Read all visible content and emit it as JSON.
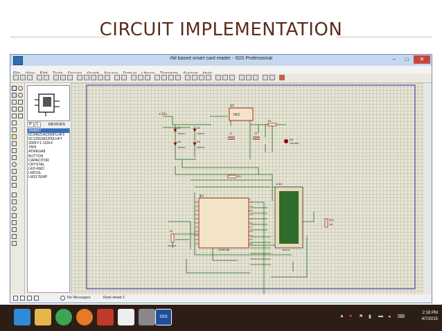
{
  "slide": {
    "title": "CIRCUIT IMPLEMENTATION"
  },
  "window": {
    "title": "rfid based smart card reader - ISIS Professional",
    "controls": [
      "–",
      "□",
      "✕"
    ]
  },
  "menu": [
    "File",
    "View",
    "Edit",
    "Tools",
    "Design",
    "Graph",
    "Source",
    "Debug",
    "Library",
    "Template",
    "System",
    "Help"
  ],
  "devices": {
    "tabs": [
      "P",
      "L"
    ],
    "header": "DEVICES",
    "items": [
      "1N4007",
      "5C34521A2200FLHF3",
      "5C12563A2200LHFT",
      "3005Y-1-103LF",
      "7805",
      "ATMEGA8",
      "BUTTON",
      "CAPACITOR",
      "CRYSTAL",
      "LED-RED",
      "LM016L",
      "LM317EMP"
    ],
    "selected_index": 0
  },
  "schematic": {
    "labels": {
      "u1": "U1",
      "u1_part": "7805",
      "vcc": "+12v",
      "d1": "D1",
      "d2": "D2",
      "d3": "D3",
      "d4": "D4",
      "diode_part": "1N4007",
      "c1": "C1",
      "c2": "C2",
      "r1": "R1",
      "r2": "R2",
      "d5": "D5",
      "d5_part": "LED-RED",
      "x1": "X1",
      "x1_part": "CRYSTAL",
      "lcd": "LCD1",
      "lcd_part": "LM016L",
      "u2": "U2",
      "u2_part": "ATMEGA8",
      "rv1": "RV1",
      "rv1_val": "10k"
    }
  },
  "status": {
    "messages": "No Messages",
    "sheet": "Root sheet 1"
  },
  "taskbar": {
    "time": "2:18 PM",
    "date": "4/7/2015",
    "isis_label": "ISIS"
  },
  "colors": {
    "wire": "#1e6b1e",
    "component": "#8b0000",
    "canvas": "#e7e5d6",
    "sheet_border": "#2a2aa8",
    "title": "#5b2c1c"
  }
}
